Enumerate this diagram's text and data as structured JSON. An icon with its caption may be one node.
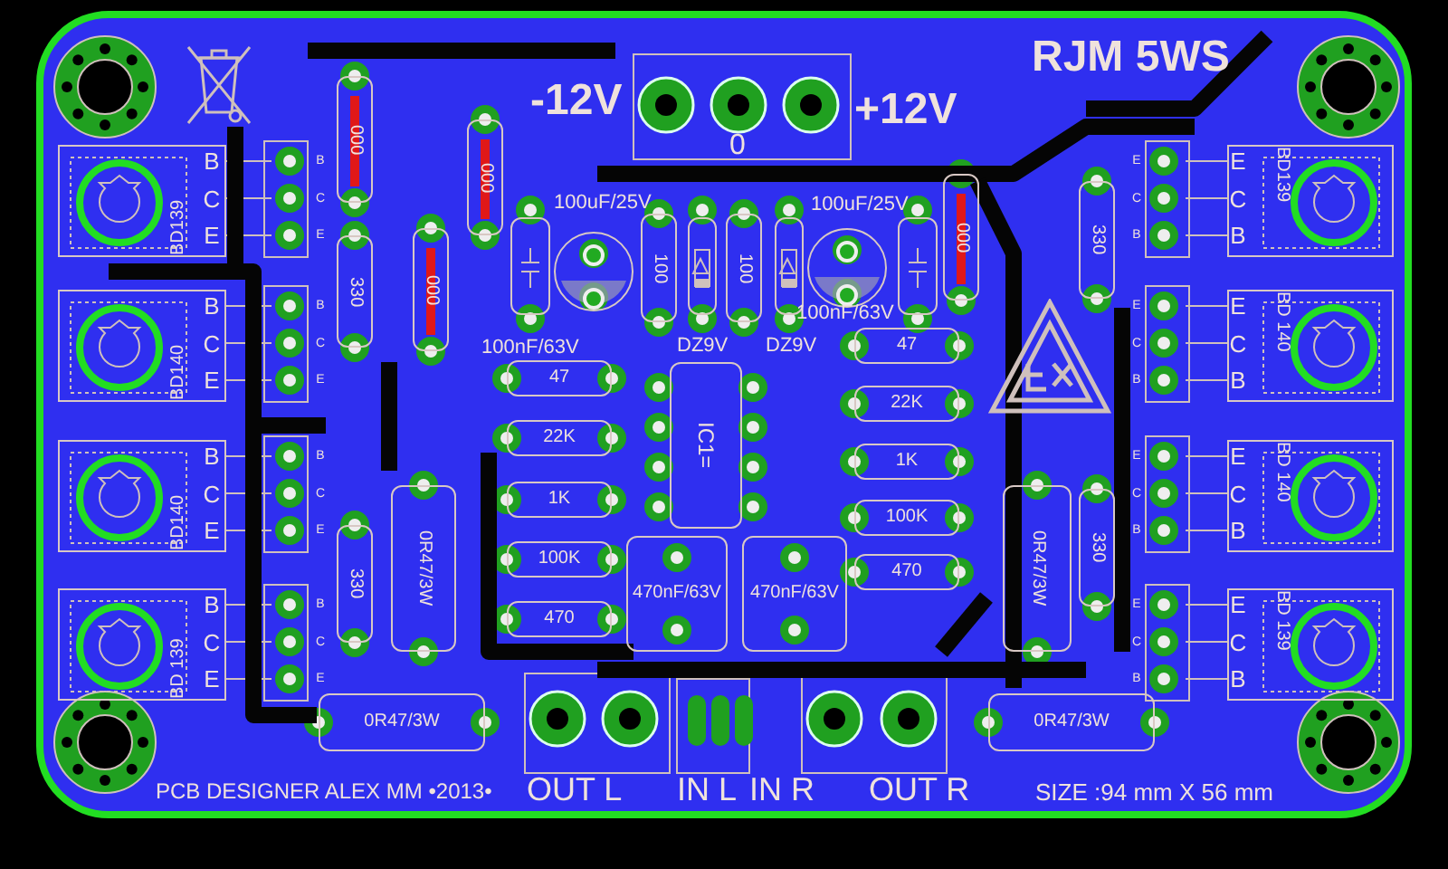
{
  "diagram": {
    "nodes": [
      {
        "text": [
          "BD139"
        ]
      },
      {
        "text": [
          "BD139"
        ]
      },
      {
        "text": [
          "BD140"
        ]
      },
      {
        "text": [
          "BD 140"
        ]
      },
      {
        "text": [
          "BD140"
        ]
      },
      {
        "text": [
          "BD 140"
        ]
      },
      {
        "text": [
          "BD 139"
        ]
      },
      {
        "text": [
          "BD 139"
        ]
      },
      {
        "text": [
          "000"
        ]
      },
      {
        "text": [
          "000"
        ]
      },
      {
        "text": [
          "000"
        ]
      },
      {
        "text": [
          "000"
        ]
      },
      {
        "text": [
          "330"
        ]
      },
      {
        "text": [
          "330"
        ]
      },
      {
        "text": [
          "330"
        ]
      },
      {
        "text": [
          "330"
        ]
      },
      {
        "text": [
          "100"
        ]
      },
      {
        "text": [
          "100"
        ]
      },
      {
        "text": [],
        "shape": "diode"
      },
      {
        "text": [],
        "shape": "diode"
      },
      {
        "text": [],
        "shape": "box"
      },
      {
        "text": [],
        "shape": "circle"
      },
      {
        "text": [],
        "shape": "circle"
      },
      {
        "text": [],
        "shape": "box"
      },
      {
        "text": [
          "47"
        ]
      },
      {
        "text": [
          "22K"
        ]
      },
      {
        "text": [
          "1K"
        ]
      },
      {
        "text": [
          "100K"
        ]
      },
      {
        "text": [
          "470"
        ]
      },
      {
        "text": [
          "47"
        ]
      },
      {
        "text": [
          "22K"
        ]
      },
      {
        "text": [
          "1K"
        ]
      },
      {
        "text": [
          "100K"
        ]
      },
      {
        "text": [
          "470"
        ]
      },
      {
        "text": [
          "IC1="
        ]
      },
      {
        "text": [
          "470nF/63V"
        ]
      },
      {
        "text": [
          "470nF/63V"
        ]
      },
      {
        "text": [
          "0R47/3W"
        ]
      },
      {
        "text": [
          "0R47/3W"
        ]
      },
      {
        "text": [
          "0R47/3W"
        ]
      },
      {
        "text": [
          "0R47/3W"
        ]
      }
    ],
    "labels": [
      "RJM 5WS",
      "-12V",
      "+12V",
      "0",
      "100uF/25V",
      "100uF/25V",
      "100nF/63V",
      "DZ9V",
      "DZ9V",
      "100nF/63V",
      "B",
      "C",
      "E",
      "B",
      "C",
      "E",
      "E",
      "C",
      "B",
      "E",
      "C",
      "B",
      "B",
      "C",
      "E",
      "B",
      "C",
      "E",
      "E",
      "C",
      "B",
      "E",
      "C",
      "B",
      "B",
      "C",
      "E",
      "B",
      "C",
      "E",
      "E",
      "C",
      "B",
      "E",
      "C",
      "B",
      "B",
      "C",
      "E",
      "B",
      "C",
      "E",
      "E",
      "C",
      "B",
      "E",
      "C",
      "B",
      "PCB DESIGNER ALEX MM •2013•",
      "OUT L",
      "IN L",
      "IN R",
      "OUT R",
      "SIZE :94 mm X 56 mm"
    ]
  }
}
